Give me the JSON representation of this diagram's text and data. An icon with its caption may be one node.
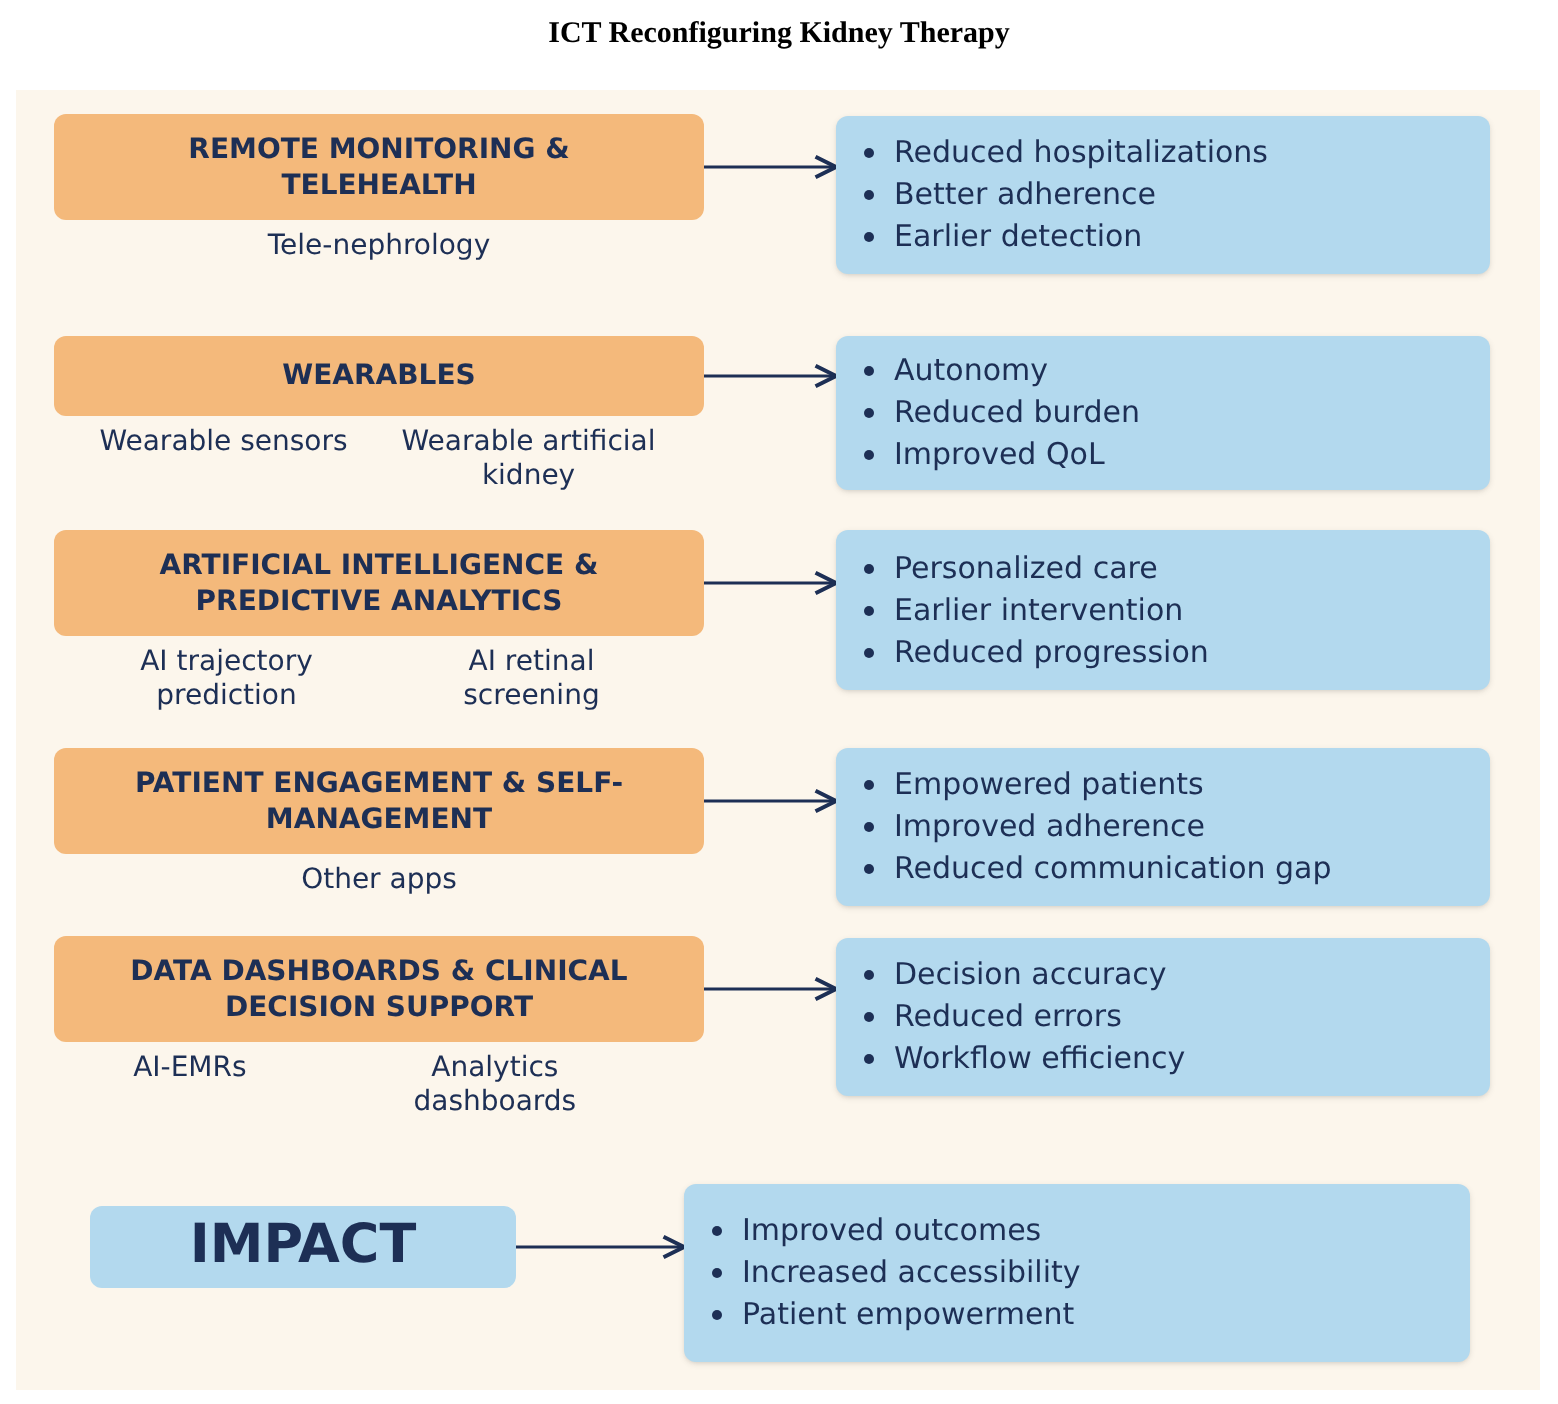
{
  "diagram": {
    "title": "ICT Reconfiguring Kidney Therapy",
    "nodes": [
      {
        "text": [
          "REMOTE MONITORING & TELEHEALTH"
        ],
        "beside": [
          "Tele-nephrology"
        ]
      },
      {
        "text": [
          "Reduced hospitalizations",
          "Better adherence",
          "Earlier detection"
        ]
      },
      {
        "text": [
          "WEARABLES"
        ],
        "beside": [
          "Wearable sensors",
          "Wearable artificial kidney"
        ]
      },
      {
        "text": [
          "Autonomy",
          "Reduced burden",
          "Improved QoL"
        ]
      },
      {
        "text": [
          "ARTIFICIAL INTELLIGENCE & PREDICTIVE ANALYTICS"
        ],
        "beside": [
          "AI trajectory prediction",
          "AI retinal screening"
        ]
      },
      {
        "text": [
          "Personalized care",
          "Earlier intervention",
          "Reduced progression"
        ]
      },
      {
        "text": [
          "PATIENT ENGAGEMENT & SELF-MANAGEMENT"
        ],
        "beside": [
          "Other apps"
        ]
      },
      {
        "text": [
          "Empowered patients",
          "Improved adherence",
          "Reduced communication gap"
        ]
      },
      {
        "text": [
          "DATA DASHBOARDS & CLINICAL DECISION SUPPORT"
        ],
        "beside": [
          "AI-EMRs",
          "Analytics dashboards"
        ]
      },
      {
        "text": [
          "Decision accuracy",
          "Reduced errors",
          "Workflow efficiency"
        ]
      },
      {
        "text": [
          "IMPACT"
        ]
      },
      {
        "text": [
          "Improved outcomes",
          "Increased accessibility",
          "Patient empowerment"
        ]
      }
    ],
    "edges": [
      {
        "from": 0,
        "to": 1,
        "arrow": "to"
      },
      {
        "from": 2,
        "to": 3,
        "arrow": "to"
      },
      {
        "from": 4,
        "to": 5,
        "arrow": "to"
      },
      {
        "from": 6,
        "to": 7,
        "arrow": "to"
      },
      {
        "from": 8,
        "to": 9,
        "arrow": "to"
      },
      {
        "from": 10,
        "to": 11,
        "arrow": "to"
      }
    ]
  }
}
